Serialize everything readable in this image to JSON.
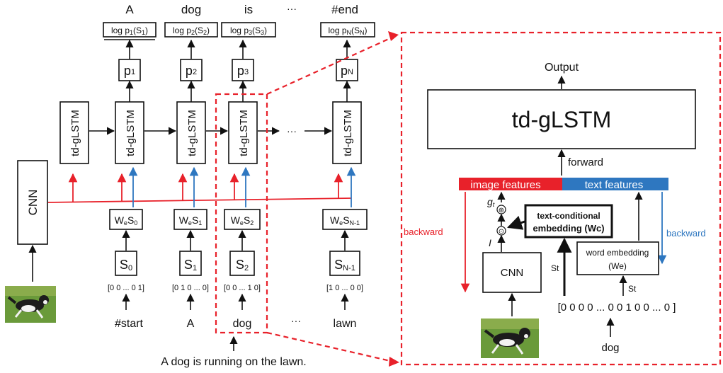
{
  "top_words": [
    "A",
    "dog",
    "is",
    "···",
    "#end"
  ],
  "log_probs": [
    {
      "base": "log p",
      "sub1": "1",
      "open": "(S",
      "sub2": "1",
      "close": ")"
    },
    {
      "base": "log p",
      "sub1": "2",
      "open": "(S",
      "sub2": "2",
      "close": ")"
    },
    {
      "base": "log p",
      "sub1": "3",
      "open": "(S",
      "sub2": "3",
      "close": ")"
    },
    {
      "base": "log p",
      "sub1": "N",
      "open": "(S",
      "sub2": "N",
      "close": ")"
    }
  ],
  "p_nodes": [
    {
      "base": "p",
      "sub": "1"
    },
    {
      "base": "p",
      "sub": "2"
    },
    {
      "base": "p",
      "sub": "3"
    },
    {
      "base": "p",
      "sub": "N"
    }
  ],
  "lstm_label": "td-gLSTM",
  "cnn_label": "CNN",
  "ellipsis": "···",
  "embed_nodes": [
    {
      "w": "W",
      "e": "e",
      "s": "S",
      "i": "0"
    },
    {
      "w": "W",
      "e": "e",
      "s": "S",
      "i": "1"
    },
    {
      "w": "W",
      "e": "e",
      "s": "S",
      "i": "2"
    },
    {
      "w": "W",
      "e": "e",
      "s": "S",
      "i": "N-1"
    }
  ],
  "s_nodes": [
    {
      "base": "S",
      "sub": "0"
    },
    {
      "base": "S",
      "sub": "1"
    },
    {
      "base": "S",
      "sub": "2"
    },
    {
      "base": "S",
      "sub": "N-1"
    }
  ],
  "one_hots": [
    "[0 0 ... 0 1]",
    "[0 1 0 ... 0]",
    "[0 0 ... 1 0]",
    "[1 0 ... 0 0]"
  ],
  "bottom_words": [
    "#start",
    "A",
    "dog",
    "···",
    "lawn"
  ],
  "caption": "A dog is running on the lawn.",
  "detail": {
    "output": "Output",
    "lstm": "td-gLSTM",
    "forward": "forward",
    "image_features": "image features",
    "text_features": "text features",
    "backward_left": "backward",
    "backward_right": "backward",
    "g_base": "g",
    "g_sub": "t",
    "plus_symbol": "⊕",
    "dot_symbol": "⊙",
    "i_label": "I",
    "tc_line1": "text-conditional",
    "tc_line2": "embedding (Wc)",
    "cnn": "CNN",
    "st_left": "St",
    "st_right": "St",
    "we_line1": "word embedding",
    "we_line2": "(We)",
    "one_hot": "[0 0 0 0 ... 0 0 1 0 0 ... 0 ]",
    "input_word": "dog"
  },
  "colors": {
    "red": "#e8212a",
    "blue": "#2e77c0",
    "black": "#111111"
  }
}
